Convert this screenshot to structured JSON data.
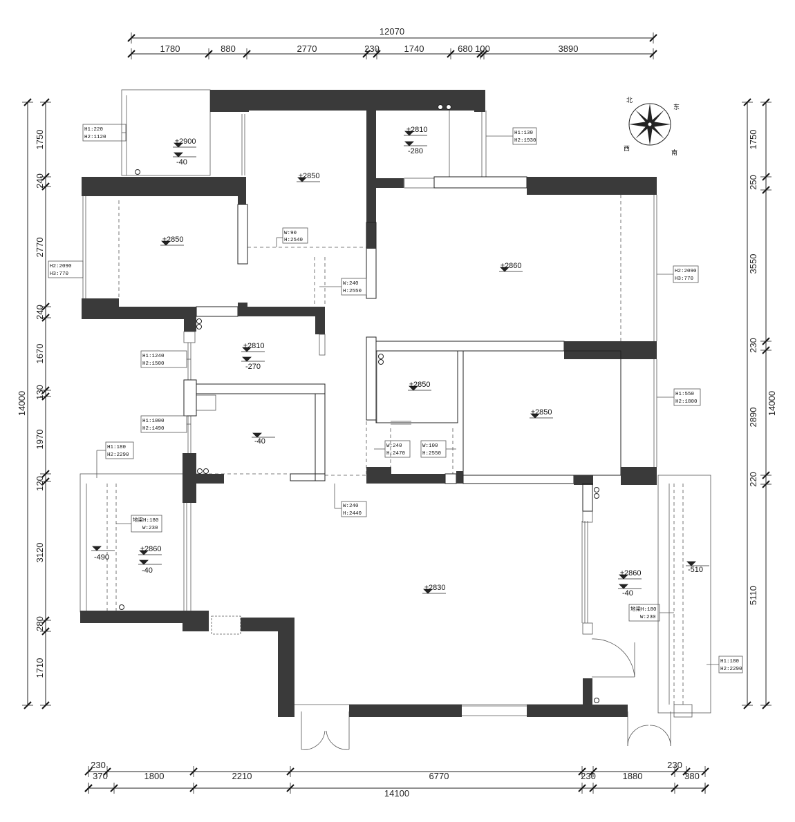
{
  "compass": {
    "n": "北",
    "e": "东",
    "s": "南",
    "w": "西"
  },
  "dims": {
    "top_total": "12070",
    "top": [
      "1780",
      "880",
      "2770",
      "230",
      "1740",
      "680",
      "100",
      "3890"
    ],
    "bottom_total": "14100",
    "bottom": [
      "370",
      "230",
      "1800",
      "2210",
      "6770",
      "230",
      "1880",
      "230",
      "380"
    ],
    "left_total": "14000",
    "left": [
      "1750",
      "240",
      "2770",
      "240",
      "1670",
      "130",
      "1970",
      "120",
      "3120",
      "280",
      "1710"
    ],
    "right_total": "14000",
    "right": [
      "1750",
      "250",
      "3550",
      "230",
      "2890",
      "220",
      "5110"
    ]
  },
  "levels": [
    {
      "id": "l2900",
      "t": "±2900"
    },
    {
      "id": "l2900b",
      "t": "-40"
    },
    {
      "id": "l2850a",
      "t": "±2850"
    },
    {
      "id": "l2810a",
      "t": "±2810"
    },
    {
      "id": "l2810ab",
      "t": "-280"
    },
    {
      "id": "l2850b",
      "t": "±2850"
    },
    {
      "id": "l2860a",
      "t": "±2860"
    },
    {
      "id": "l2810b",
      "t": "±2810"
    },
    {
      "id": "l2810bb",
      "t": "-270"
    },
    {
      "id": "l40",
      "t": "-40"
    },
    {
      "id": "l2850c",
      "t": "±2850"
    },
    {
      "id": "l2850d",
      "t": "±2850"
    },
    {
      "id": "l2860b",
      "t": "±2860"
    },
    {
      "id": "l2860bb",
      "t": "-40"
    },
    {
      "id": "l490",
      "t": "-490"
    },
    {
      "id": "l2830",
      "t": "±2830"
    },
    {
      "id": "l2860c",
      "t": "±2860"
    },
    {
      "id": "l2860cb",
      "t": "-40"
    },
    {
      "id": "l510",
      "t": "-510"
    }
  ],
  "notes": [
    {
      "id": "n1",
      "a": "H1:220",
      "b": "H2:1120"
    },
    {
      "id": "n2",
      "a": "H1:130",
      "b": "H2:1930"
    },
    {
      "id": "n3",
      "a": "W:90",
      "b": "H:2540"
    },
    {
      "id": "n4",
      "a": "W:240",
      "b": "H:2550"
    },
    {
      "id": "n5",
      "a": "H2:2090",
      "b": "H3:770"
    },
    {
      "id": "n6",
      "a": "H2:2090",
      "b": "H3:770"
    },
    {
      "id": "n7",
      "a": "H1:1240",
      "b": "H2:1500"
    },
    {
      "id": "n8",
      "a": "H1:1000",
      "b": "H2:1490"
    },
    {
      "id": "n9",
      "a": "H1:550",
      "b": "H2:1800"
    },
    {
      "id": "n10",
      "a": "W:240",
      "b": "H:2470"
    },
    {
      "id": "n11",
      "a": "W:100",
      "b": "H:2550"
    },
    {
      "id": "n12",
      "a": "H1:180",
      "b": "H2:2290"
    },
    {
      "id": "n13",
      "a": "W:240",
      "b": "H:2440"
    },
    {
      "id": "n14",
      "a": "地梁H:180",
      "b": "W:230"
    },
    {
      "id": "n15",
      "a": "地梁H:180",
      "b": "W:230"
    },
    {
      "id": "n16",
      "a": "H1:180",
      "b": "H2:2290"
    }
  ]
}
